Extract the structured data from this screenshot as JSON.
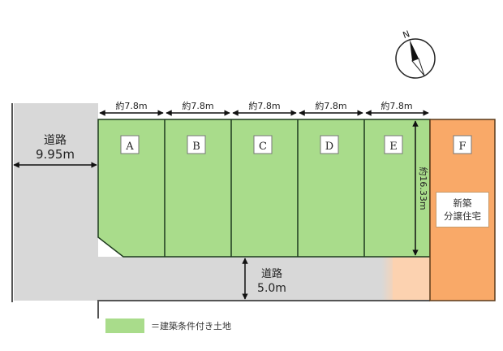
{
  "compass": {
    "label": "N"
  },
  "roads": {
    "west": {
      "label": "道路",
      "width": "9.95m"
    },
    "south": {
      "label": "道路",
      "width": "5.0m"
    }
  },
  "lots": [
    {
      "id": "A",
      "width": "約7.8m"
    },
    {
      "id": "B",
      "width": "約7.8m"
    },
    {
      "id": "C",
      "width": "約7.8m"
    },
    {
      "id": "D",
      "width": "約7.8m"
    },
    {
      "id": "E",
      "width": "約7.8m"
    }
  ],
  "lot_depth": "約16.33m",
  "lot_f": {
    "id": "F",
    "line1": "新築",
    "line2": "分譲住宅"
  },
  "legend": {
    "text": "＝建築条件付き土地"
  },
  "colors": {
    "lot_green": "#a9dc8b",
    "lot_f_orange": "#f9a968",
    "road_gray": "#d8d8d8",
    "lot_f_peach": "#fcd2b0"
  }
}
